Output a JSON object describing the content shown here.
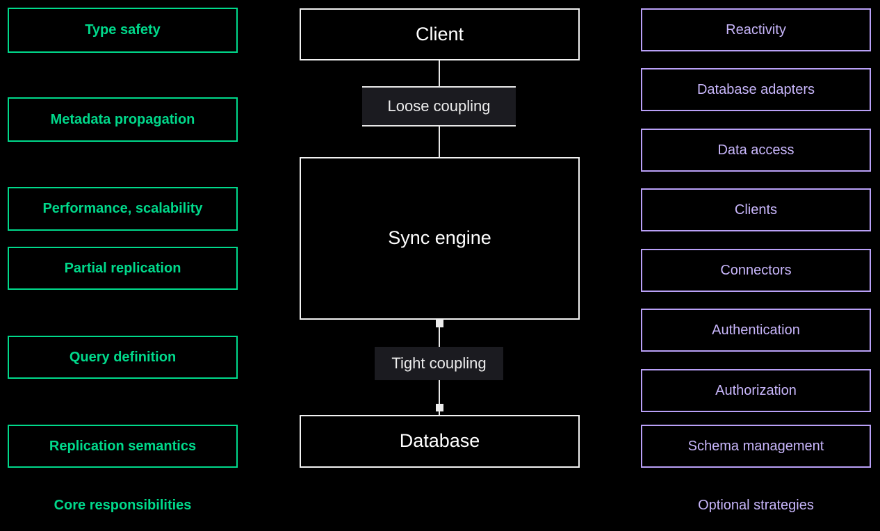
{
  "diagram": {
    "background_color": "#000000",
    "colors": {
      "core": "#00d98b",
      "optional": "#c8b6fb",
      "core_border": "#00d98b",
      "optional_border": "#b9a0f7",
      "main": "#ffffff",
      "main_border": "#f2f2f2",
      "edge": "#e8e8e8",
      "edge_label_bg": "#1b1b20"
    }
  },
  "core_responsibilities": {
    "caption": "Core responsibilities",
    "items": [
      {
        "label": "Type safety"
      },
      {
        "label": "Metadata propagation"
      },
      {
        "label": "Performance, scalability"
      },
      {
        "label": "Partial replication"
      },
      {
        "label": "Query definition"
      },
      {
        "label": "Replication semantics"
      }
    ]
  },
  "architecture": {
    "nodes": [
      {
        "label": "Client"
      },
      {
        "label": "Sync engine"
      },
      {
        "label": "Database"
      }
    ],
    "edges": [
      {
        "label": "Loose coupling",
        "from": "Client",
        "to": "Sync engine",
        "style": "banded"
      },
      {
        "label": "Tight coupling",
        "from": "Sync engine",
        "to": "Database",
        "style": "square-endpoints"
      }
    ]
  },
  "optional_strategies": {
    "caption": "Optional strategies",
    "items": [
      {
        "label": "Reactivity"
      },
      {
        "label": "Database adapters"
      },
      {
        "label": "Data access"
      },
      {
        "label": "Clients"
      },
      {
        "label": "Connectors"
      },
      {
        "label": "Authentication"
      },
      {
        "label": "Authorization"
      },
      {
        "label": "Schema management"
      }
    ]
  }
}
